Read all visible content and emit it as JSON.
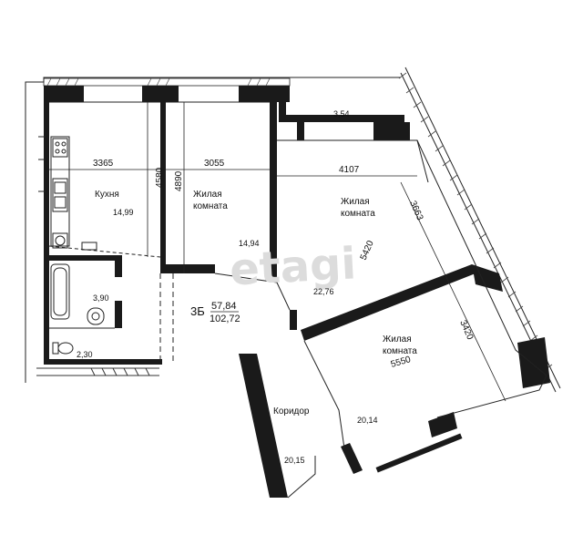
{
  "apartment": {
    "type_code": "3Б",
    "living_area": "57,84",
    "total_area": "102,72"
  },
  "rooms": {
    "kitchen": {
      "name": "Кухня",
      "area": "14,99"
    },
    "living_room_1": {
      "name_line1": "Жилая",
      "name_line2": "комната",
      "area": "14,94"
    },
    "living_room_2": {
      "name_line1": "Жилая",
      "name_line2": "комната",
      "area": "22,76"
    },
    "living_room_3": {
      "name_line1": "Жилая",
      "name_line2": "комната",
      "area": "20,14"
    },
    "corridor": {
      "name": "Коридор",
      "area": "20,15"
    },
    "bathroom": {
      "area": "3,90"
    },
    "toilet": {
      "area": "2,30"
    },
    "balcony": {
      "area": "3,54"
    }
  },
  "dimensions": {
    "d3365": "3365",
    "d3055": "3055",
    "d4107": "4107",
    "d4580": "4580",
    "d4890": "4890",
    "d3663": "3663",
    "d5420": "5420",
    "d3420": "3420",
    "d5550": "5550"
  },
  "watermark": "etagi",
  "colors": {
    "wall": "#1a1a1a",
    "line": "#222222",
    "hatch": "#555555",
    "watermark": "#dcdcdc"
  }
}
